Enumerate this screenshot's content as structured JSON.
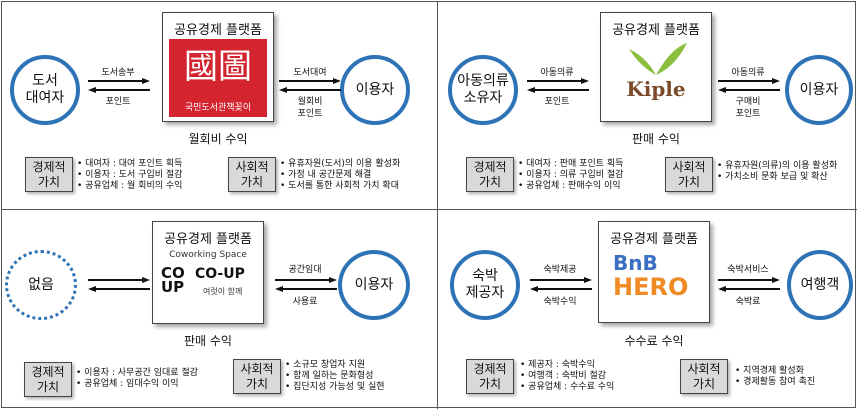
{
  "q1": {
    "platform_title": "공유경제 플랫폼",
    "logo_hanja": "國圖",
    "logo_sub": "국민도서관책꽂이",
    "left_node": "도서\n대여자",
    "right_node": "이용자",
    "arrow_left_top": "도서송부",
    "arrow_left_bottom": "포인트",
    "arrow_right_top": "도서대여",
    "arrow_right_bottom": "월회비\n포인트",
    "revenue": "월회비 수익",
    "econ_label": "경제적\n가치",
    "econ_items": [
      "대여자 : 대여 포인트 획득",
      "이용자 : 도서 구입비 절감",
      "공유업체 : 월 회비의 수익"
    ],
    "social_label": "사회적\n가치",
    "social_items": [
      "유휴자원(도서)의 이용 활성화",
      "가정 내 공간문제 해결",
      "도서를 통한 사회적 가치 확대"
    ]
  },
  "q2": {
    "platform_title": "공유경제 플랫폼",
    "logo_text": "Kiple",
    "left_node": "아동의류\n소유자",
    "right_node": "이용자",
    "arrow_left_top": "아동의류",
    "arrow_left_bottom": "포인트",
    "arrow_right_top": "아동의류",
    "arrow_right_bottom": "구매비\n포인트",
    "revenue": "판매 수익",
    "econ_label": "경제적\n가치",
    "econ_items": [
      "대여자 : 판매 포인트 획득",
      "이용자 : 의류 구입비 절감",
      "공유업체 : 판매수익 이익"
    ],
    "social_label": "사회적\n가치",
    "social_items": [
      "유휴자원(의류)의 이용 활성화",
      "가치소비 문화 보급 및 확산"
    ]
  },
  "q3": {
    "platform_title": "공유경제 플랫폼",
    "logo_caption": "Coworking Space",
    "logo_brand": "CO-UP",
    "logo_tagline": "여럿이 함께",
    "left_node": "없음",
    "right_node": "이용자",
    "arrow_right_top": "공간임대",
    "arrow_right_bottom": "사용료",
    "revenue": "판매 수익",
    "econ_label": "경제적\n가치",
    "econ_items": [
      "이용자 : 사무공간 임대료 절감",
      "공유업체 : 임대수익 이익"
    ],
    "social_label": "사회적\n가치",
    "social_items": [
      "소규모 창업자 지원",
      "함께 일하는 문화형성",
      "집단지성 가능성 및 실현"
    ]
  },
  "q4": {
    "platform_title": "공유경제 플랫폼",
    "logo_line1": "BnB",
    "logo_line2": "HERO",
    "left_node": "숙박\n제공자",
    "right_node": "여행객",
    "arrow_left_top": "숙박제공",
    "arrow_left_bottom": "숙박수익",
    "arrow_right_top": "숙박서비스",
    "arrow_right_bottom": "숙박료",
    "revenue": "수수료 수익",
    "econ_label": "경제적\n가치",
    "econ_items": [
      "제공자 : 숙박수익",
      "여행객 : 숙박비 절감",
      "공유업체 : 수수료 수익"
    ],
    "social_label": "사회적\n가치",
    "social_items": [
      "지역경제 활성화",
      "경제활동 참여 촉진"
    ]
  },
  "colors": {
    "circle_border": "#2e73b6",
    "value_box": "#d9d9d9",
    "logo_red": "#d4242f",
    "kiple_green": "#8cbf3f",
    "bnb_blue": "#3a6fc4",
    "bnb_orange": "#f08a24"
  }
}
